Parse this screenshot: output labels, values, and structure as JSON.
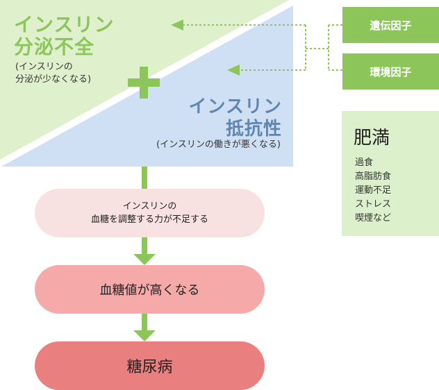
{
  "insulin_deficiency": {
    "line1": "インスリン",
    "line2": "分泌不全",
    "note1": "(インスリンの",
    "note2": "分泌が少なくなる)"
  },
  "insulin_resistance": {
    "line1": "インスリン",
    "line2": "抵抗性",
    "note": "(インスリンの働きが悪くなる)"
  },
  "factors": {
    "genetic": "遺伝因子",
    "environmental": "環境因子"
  },
  "obesity": {
    "title": "肥満",
    "items": [
      "過食",
      "高脂肪食",
      "運動不足",
      "ストレス",
      "喫煙など"
    ]
  },
  "flow": {
    "step1_line1": "インスリンの",
    "step1_line2": "血糖を調整する力が不足する",
    "step2": "血糖値が高くなる",
    "step3": "糖尿病"
  },
  "colors": {
    "green": "#8cc65a",
    "light_green": "#dff0cd",
    "light_blue": "#cfe0f4",
    "blue_text": "#5f86b3",
    "pink_light": "#f8e1e1",
    "pink_mid": "#f6a9a9",
    "pink_dark": "#ea7f80"
  }
}
